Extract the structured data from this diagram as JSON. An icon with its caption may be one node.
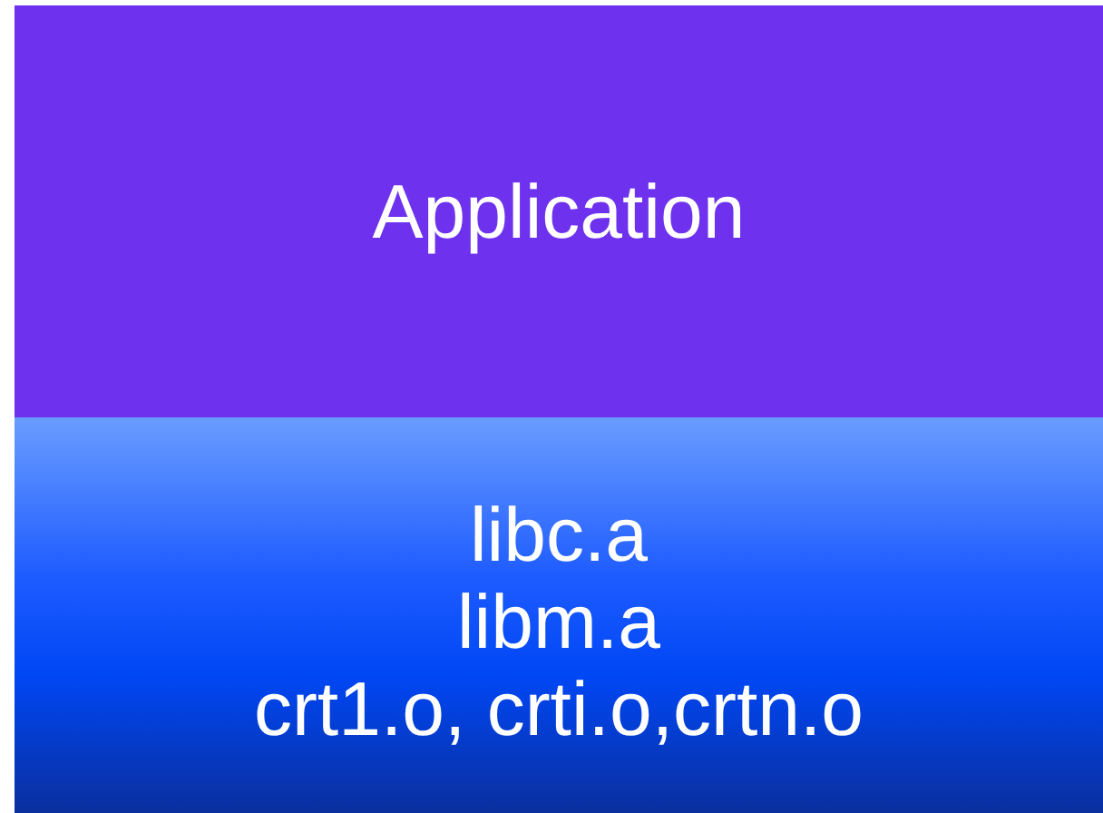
{
  "diagram": {
    "nodes": [
      {
        "text": [
          "Application"
        ]
      },
      {
        "text": [
          "libc.a",
          "libm.a",
          "crt1.o, crti.o,crtn.o"
        ]
      }
    ]
  }
}
